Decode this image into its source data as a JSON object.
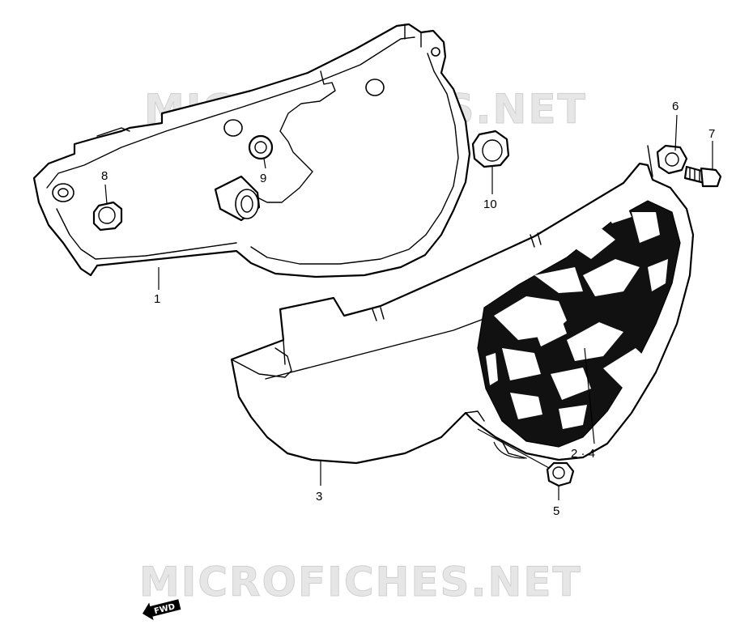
{
  "watermark": {
    "text": "MICROFICHES.NET",
    "color": "#dcdcdc"
  },
  "callouts": [
    {
      "id": "1",
      "label": "1"
    },
    {
      "id": "2-4",
      "label": "2 · 4"
    },
    {
      "id": "3",
      "label": "3"
    },
    {
      "id": "5",
      "label": "5"
    },
    {
      "id": "6",
      "label": "6"
    },
    {
      "id": "7",
      "label": "7"
    },
    {
      "id": "8",
      "label": "8"
    },
    {
      "id": "9",
      "label": "9"
    },
    {
      "id": "10",
      "label": "10"
    }
  ],
  "fwd_badge": {
    "label": "FWD",
    "icon": "forward-arrow-icon"
  },
  "colors": {
    "line": "#000000",
    "background": "#ffffff",
    "watermark": "#dcdcdc"
  }
}
